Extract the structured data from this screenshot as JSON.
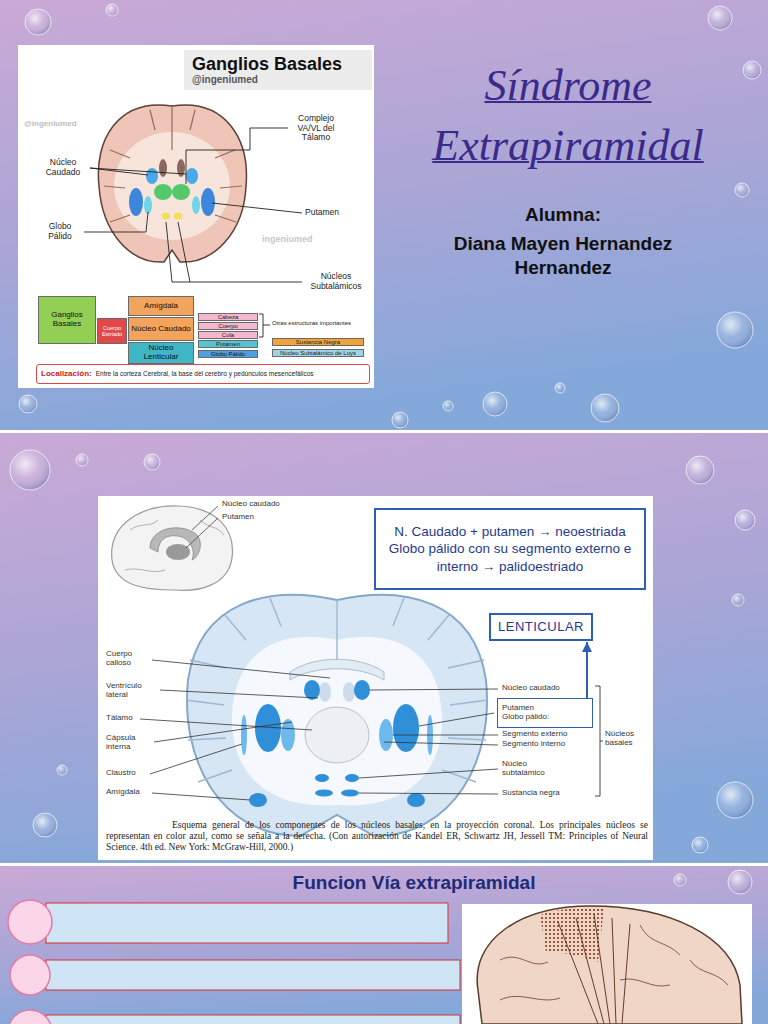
{
  "diagram": {
    "title": "Síndrome Extrapiramidal",
    "caption": "Esquema general de los componentes de los núcleos basales, en la proyección coronal. Los principales núcleos se representan en color azul, como se señala a la derecha. (Con autorización de Kandel ER, Schwartz JH, Jessell TM: Principles of Neural Science. 4th ed. New York: McGraw-Hill, 2000.)",
    "nodes": [
      {
        "text": [
          "Ganglios Basales",
          "@ingeniumed"
        ]
      },
      {
        "text": [
          "Ganglios Basales"
        ]
      },
      {
        "text": [
          "Cuerpo Estriado"
        ]
      },
      {
        "text": [
          "Amígdala"
        ]
      },
      {
        "text": [
          "Núcleo Caudado"
        ]
      },
      {
        "text": [
          "Núcleo Lenticular"
        ]
      },
      {
        "text": [
          "Cabeza"
        ]
      },
      {
        "text": [
          "Cuerpo"
        ]
      },
      {
        "text": [
          "Cola"
        ]
      },
      {
        "text": [
          "Putamen"
        ]
      },
      {
        "text": [
          "Globo Pálido"
        ]
      },
      {
        "text": [
          "Sustancia Negra"
        ]
      },
      {
        "text": [
          "Núcleo Subtalámico de Luys"
        ]
      },
      {
        "text": [
          "Localización:",
          "Entre la corteza Cerebral, la base del cerebro y pedúnculos mesencefálicos"
        ]
      },
      {
        "text": [
          "N. Caudado + putamen → neoestriada",
          "Globo pálido con su segmento externo e interno → palidoestriado"
        ]
      },
      {
        "text": [
          "LENTICULAR"
        ]
      },
      {
        "text": [
          "Putamen",
          "Globo pálido:"
        ]
      }
    ],
    "edges": [
      {
        "from": 16,
        "to": 15,
        "arrow": "to"
      }
    ],
    "labels": [
      "@ingeniumed",
      "Núcleo Caudado",
      "Globo Pálido",
      "Complejo VA/VL del Tálamo",
      "Putamen",
      "ingeniumed",
      "Núcleos Subtalámicos",
      "Otras estructuras importantes",
      "Alumna:",
      "Diana Mayen Hernandez Hernandez",
      "Núcleo caudado",
      "Putamen",
      "Cuerpo calloso",
      "Ventrículo lateral",
      "Tálamo",
      "Cápsula interna",
      "Claustro",
      "Amígdala",
      "Núcleo caudado",
      "Segmento externo",
      "Segmento interno",
      "Núcleos basales",
      "Núcleo subtalámico",
      "Sustancia negra",
      "Funcion Vía extrapiramidal"
    ]
  }
}
